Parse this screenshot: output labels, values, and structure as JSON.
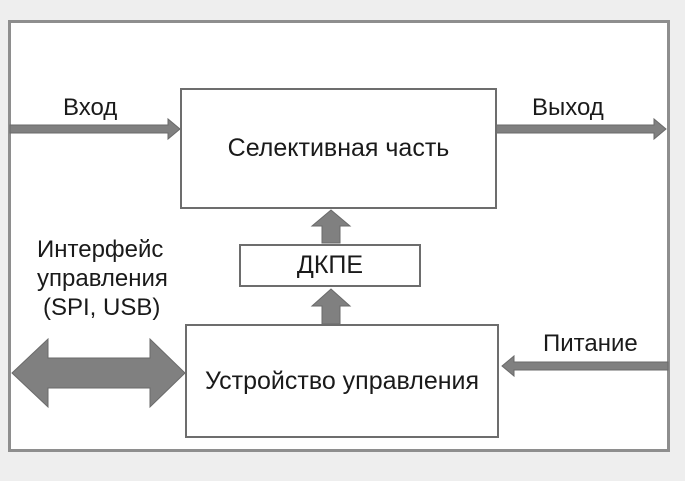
{
  "diagram": {
    "blocks": {
      "selective": "Селективная часть",
      "dkpe": "ДКПЕ",
      "control_device": "Устройство управления"
    },
    "labels": {
      "input": "Вход",
      "output": "Выход",
      "interface_line1": "Интерфейс",
      "interface_line2": "управления",
      "interface_line3": "(SPI, USB)",
      "power": "Питание"
    },
    "colors": {
      "arrow": "#808080",
      "frame": "#8e8e8e",
      "background": "#eeeeee"
    }
  }
}
